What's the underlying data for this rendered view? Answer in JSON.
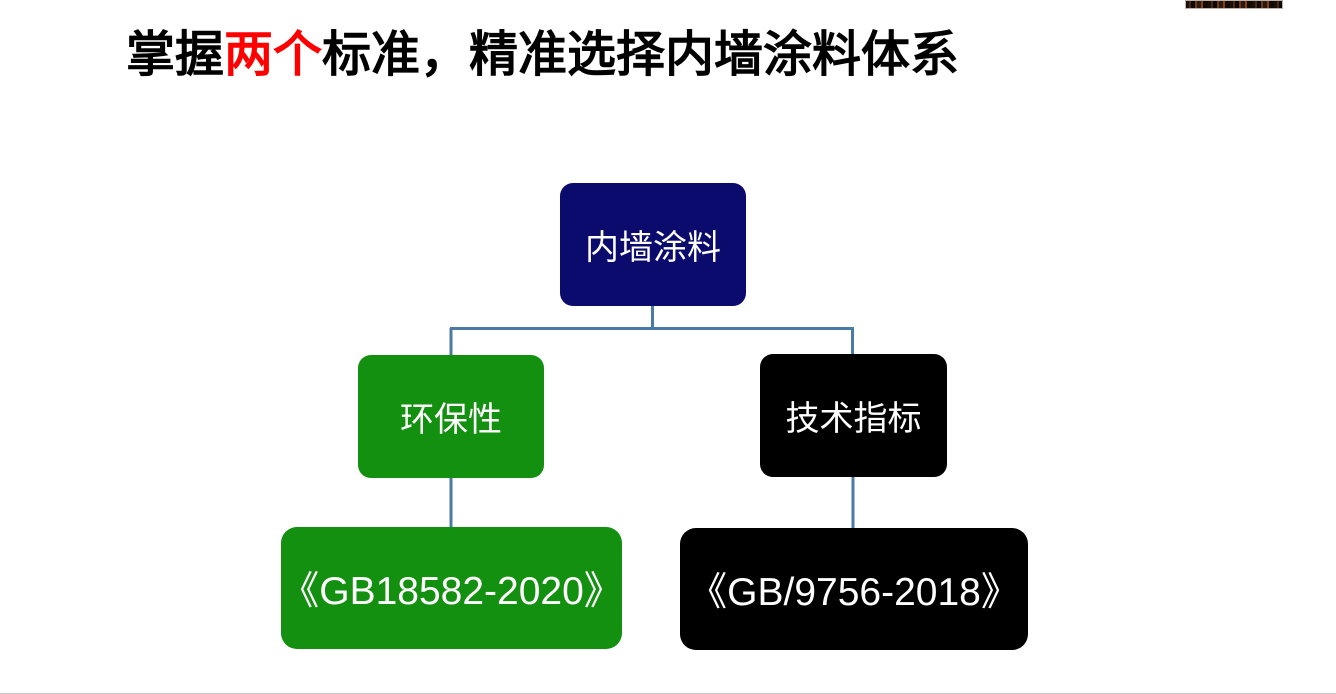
{
  "slide": {
    "title": {
      "before": "掌握",
      "highlight": "两个",
      "after": "标准，精准选择内墙涂料体系",
      "full": "掌握两个标准，精准选择内墙涂料体系",
      "highlight_color": "#ff0000",
      "base_color": "#000000"
    },
    "background": "#ffffff"
  },
  "diagram": {
    "type": "tree",
    "connector_color": "#4a7ba7",
    "nodes": {
      "root": {
        "label": "内墙涂料",
        "fill": "#0b0b6e",
        "text_color": "#ffffff"
      },
      "branch_eco": {
        "label": "环保性",
        "fill": "#149010",
        "text_color": "#ffffff"
      },
      "branch_tech": {
        "label": "技术指标",
        "fill": "#000000",
        "text_color": "#ffffff"
      },
      "standard_eco": {
        "label": "《GB18582-2020》",
        "fill": "#149010",
        "text_color": "#ffffff"
      },
      "standard_tech": {
        "label": "《GB/9756-2018》",
        "fill": "#000000",
        "text_color": "#ffffff"
      }
    }
  },
  "artifact": {
    "description": "cropped-image-strip"
  }
}
